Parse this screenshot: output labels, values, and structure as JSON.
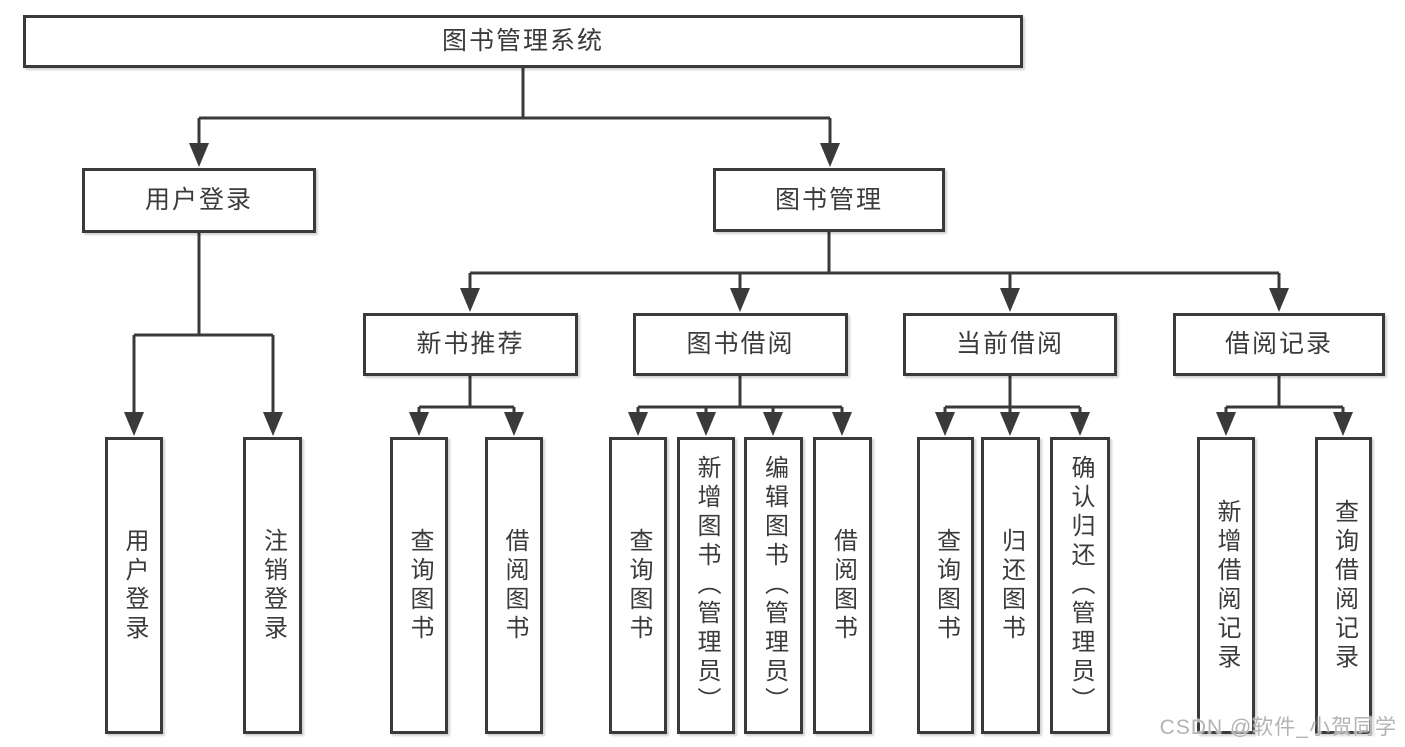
{
  "colors": {
    "line": "#3a3a3a",
    "text": "#3b3b3b",
    "background": "#ffffff",
    "watermark": "#b3b3b3"
  },
  "watermark": "CSDN @软件_小贺同学",
  "nodes": {
    "root": {
      "label": "图书管理系统"
    },
    "level2": [
      {
        "label": "用户登录"
      },
      {
        "label": "图书管理"
      }
    ],
    "level3": [
      {
        "label": "新书推荐"
      },
      {
        "label": "图书借阅"
      },
      {
        "label": "当前借阅"
      },
      {
        "label": "借阅记录"
      }
    ],
    "leaves": [
      {
        "label": "用户登录"
      },
      {
        "label": "注销登录"
      },
      {
        "label": "查询图书"
      },
      {
        "label": "借阅图书"
      },
      {
        "label": "查询图书"
      },
      {
        "label": "新增图书（管理员）"
      },
      {
        "label": "编辑图书（管理员）"
      },
      {
        "label": "借阅图书"
      },
      {
        "label": "查询图书"
      },
      {
        "label": "归还图书"
      },
      {
        "label": "确认归还（管理员）"
      },
      {
        "label": "新增借阅记录"
      },
      {
        "label": "查询借阅记录"
      }
    ]
  }
}
